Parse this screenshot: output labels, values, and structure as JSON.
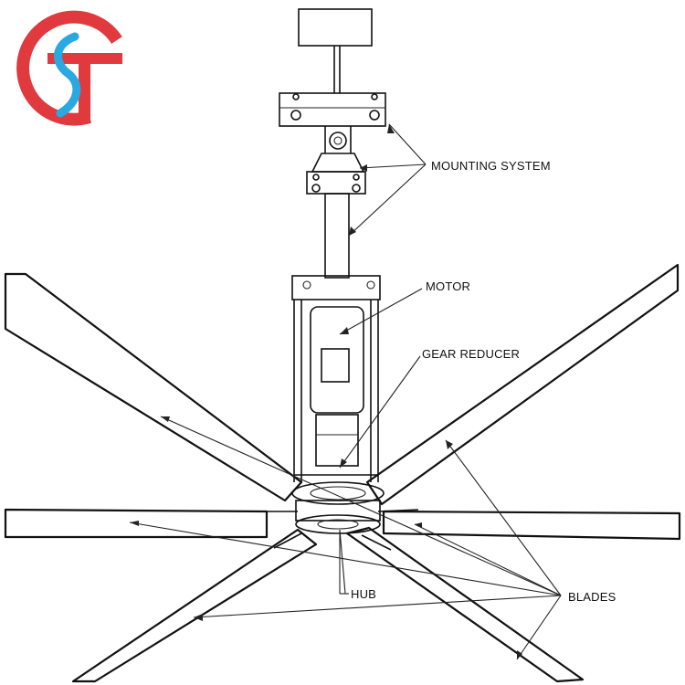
{
  "labels": {
    "mounting_system": "MOUNTING SYSTEM",
    "motor": "MOTOR",
    "gear_reducer": "GEAR REDUCER",
    "hub": "HUB",
    "blades": "BLADES"
  },
  "logo": {
    "primary_color": "#e03a3e",
    "secondary_color": "#2aa8e0"
  },
  "colors": {
    "line": "#111111",
    "background": "#ffffff"
  }
}
